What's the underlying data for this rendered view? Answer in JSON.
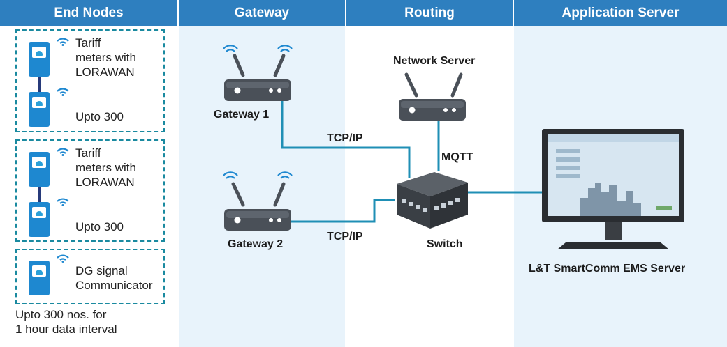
{
  "headers": {
    "end_nodes": "End Nodes",
    "gateway": "Gateway",
    "routing": "Routing",
    "application_server": "Application Server"
  },
  "end_nodes": {
    "group1": {
      "label": "Tariff\nmeters with\nLORAWAN",
      "count": "Upto 300"
    },
    "group2": {
      "label": "Tariff\nmeters with\nLORAWAN",
      "count": "Upto 300"
    },
    "group3": {
      "label": "DG signal\nCommunicator"
    },
    "footnote": "Upto 300 nos. for\n1 hour data interval"
  },
  "gateways": {
    "gateway1": "Gateway 1",
    "gateway2": "Gateway 2"
  },
  "routing": {
    "network_server": "Network Server",
    "switch": "Switch",
    "tcpip_1": "TCP/IP",
    "tcpip_2": "TCP/IP",
    "mqtt": "MQTT"
  },
  "application": {
    "server_label": "L&T SmartComm EMS Server"
  },
  "colors": {
    "header": "#2e7fbf",
    "column_tint": "#e8f3fb",
    "link_line": "#1f8fb5",
    "meter": "#1e88d0",
    "node_border": "#1a8aa0",
    "device": "#4a5058"
  }
}
